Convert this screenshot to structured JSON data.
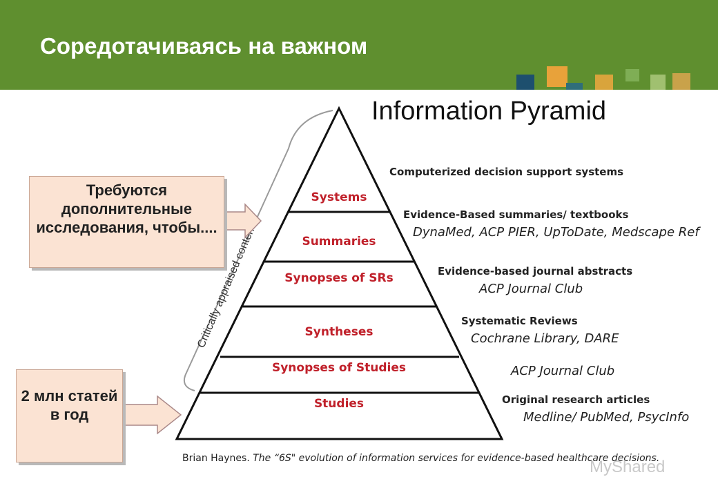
{
  "slide_title": "Соредотачиваясь на важном",
  "pyramid_title": "Information Pyramid",
  "arc_label": "Critically appraised content",
  "layers": [
    {
      "label": "Systems"
    },
    {
      "label": "Summaries"
    },
    {
      "label": "Synopses of SRs"
    },
    {
      "label": "Syntheses"
    },
    {
      "label": "Synopses of Studies"
    },
    {
      "label": "Studies"
    }
  ],
  "right_labels": [
    {
      "heading": "Computerized decision support systems",
      "sub": ""
    },
    {
      "heading": "Evidence-Based summaries/ textbooks",
      "sub": "DynaMed, ACP PIER, UpToDate, Medscape Ref"
    },
    {
      "heading": "Evidence-based journal abstracts",
      "sub": "ACP Journal Club"
    },
    {
      "heading": "Systematic Reviews",
      "sub": "Cochrane Library, DARE"
    },
    {
      "heading": "",
      "sub": "ACP Journal Club"
    },
    {
      "heading": "Original research articles",
      "sub": "Medline/ PubMed, PsycInfo"
    }
  ],
  "callouts": [
    {
      "text": "Требуются дополнительные исследования, чтобы...."
    },
    {
      "text": "2 млн статей в год"
    }
  ],
  "citation": {
    "author": "Brian Haynes.",
    "title": "The “6S\" evolution of information services for evidence-based healthcare decisions."
  },
  "watermark": "MyShared",
  "colors": {
    "header_green": "#5f8f2f",
    "layer_label_red": "#c0202a",
    "callout_fill": "#fbe3d3"
  }
}
